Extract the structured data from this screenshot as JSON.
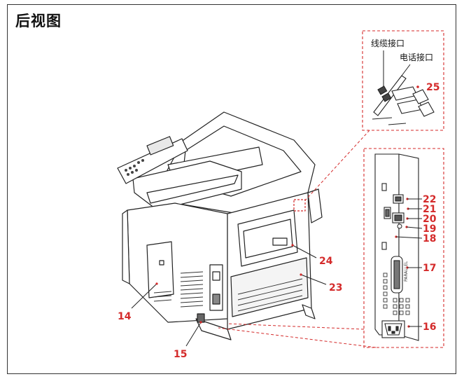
{
  "page": {
    "title": "后视图"
  },
  "inset_top": {
    "label_cable": "线缆接口",
    "label_phone": "电话接口",
    "callout": "25"
  },
  "callouts": {
    "c14": "14",
    "c15": "15",
    "c16": "16",
    "c17": "17",
    "c18": "18",
    "c19": "19",
    "c20": "20",
    "c21": "21",
    "c22": "22",
    "c23": "23",
    "c24": "24"
  },
  "port_panel": {
    "parallel_label": "PARALLEL"
  },
  "colors": {
    "callout": "#d42a2a",
    "line": "#222222"
  }
}
